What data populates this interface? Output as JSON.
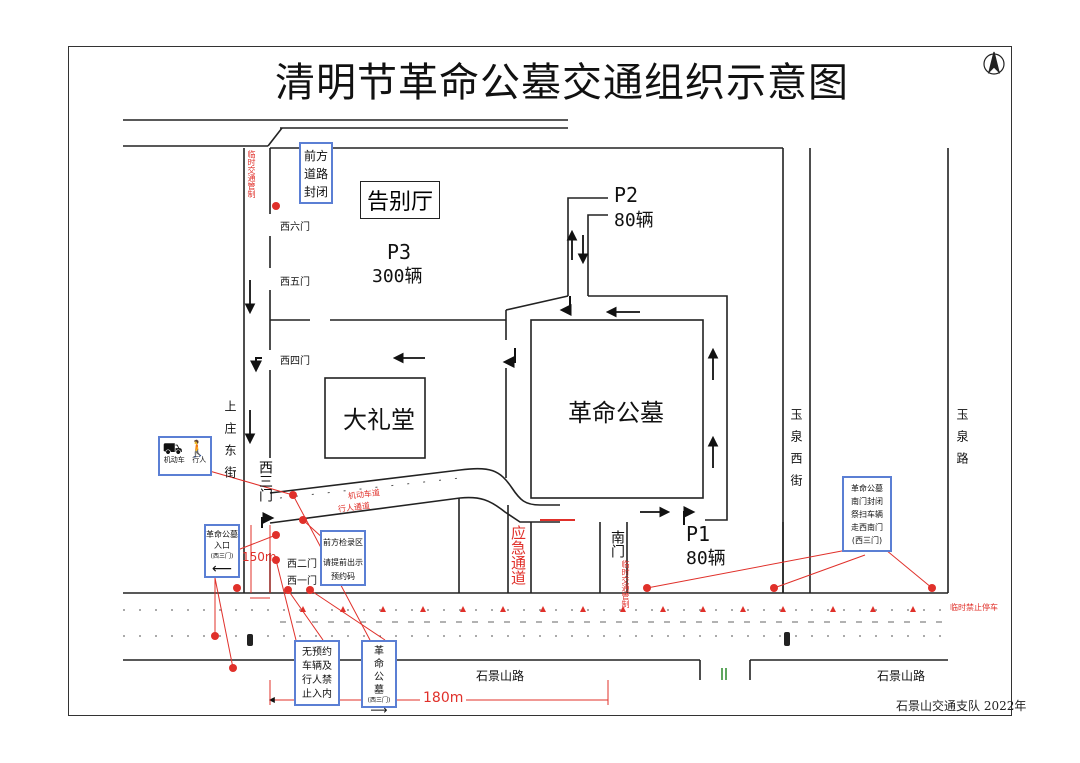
{
  "title": "清明节革命公墓交通组织示意图",
  "credit": "石景山交通支队 2022年",
  "buildings": {
    "farewell_hall": "告别厅",
    "auditorium": "大礼堂",
    "cemetery": "革命公墓"
  },
  "parking": [
    {
      "id": "P2",
      "name": "P2",
      "capacity": "80辆"
    },
    {
      "id": "P3",
      "name": "P3",
      "capacity": "300辆"
    },
    {
      "id": "P1",
      "name": "P1",
      "capacity": "80辆"
    }
  ],
  "gates": {
    "west6": "西六门",
    "west5": "西五门",
    "west4": "西四门",
    "west3": "西三门",
    "west2": "西二门",
    "west1": "西一门",
    "south": "南门"
  },
  "roads": {
    "shangzhuang_east": "上庄东街",
    "yuquan_west": "玉泉西街",
    "yuquan_road": "玉泉路",
    "shijingshan_road_1": "石景山路",
    "shijingshan_road_2": "石景山路"
  },
  "emergency_lane": "应急通道",
  "distances": {
    "d150": "150m",
    "d180": "180m"
  },
  "callouts": {
    "road_closed": "前方道路封闭",
    "cemetery_entrance": {
      "line1": "革命公墓",
      "line2": "入口",
      "line3": "(西三门)"
    },
    "checkpoint": {
      "line1": "前方检录区",
      "line2": "请提前出示",
      "line3": "预约码"
    },
    "no_entry": "无预约车辆及行人禁止入内",
    "cemetery_sign": {
      "text": "革命公墓",
      "sub": "(西三门)"
    },
    "south_gate_closed": {
      "line1": "革命公墓",
      "line2": "南门封闭",
      "line3": "祭扫车辆",
      "line4": "走西南门",
      "line5": "(西三门)"
    },
    "vehicle_pedestrian_icons": {
      "vehicle": "机动车",
      "pedestrian": "行人"
    }
  },
  "red_notes": {
    "temp_traffic_control_top": "临时交通管制",
    "temp_traffic_control_south": "临时交通管制",
    "vehicle_lane": "机动车道",
    "pedestrian_lane": "行人通道",
    "temp_no_parking": "临时禁止停车"
  },
  "colors": {
    "line": "#222222",
    "red": "#e0302a",
    "blue_box": "#5b7fd4"
  }
}
